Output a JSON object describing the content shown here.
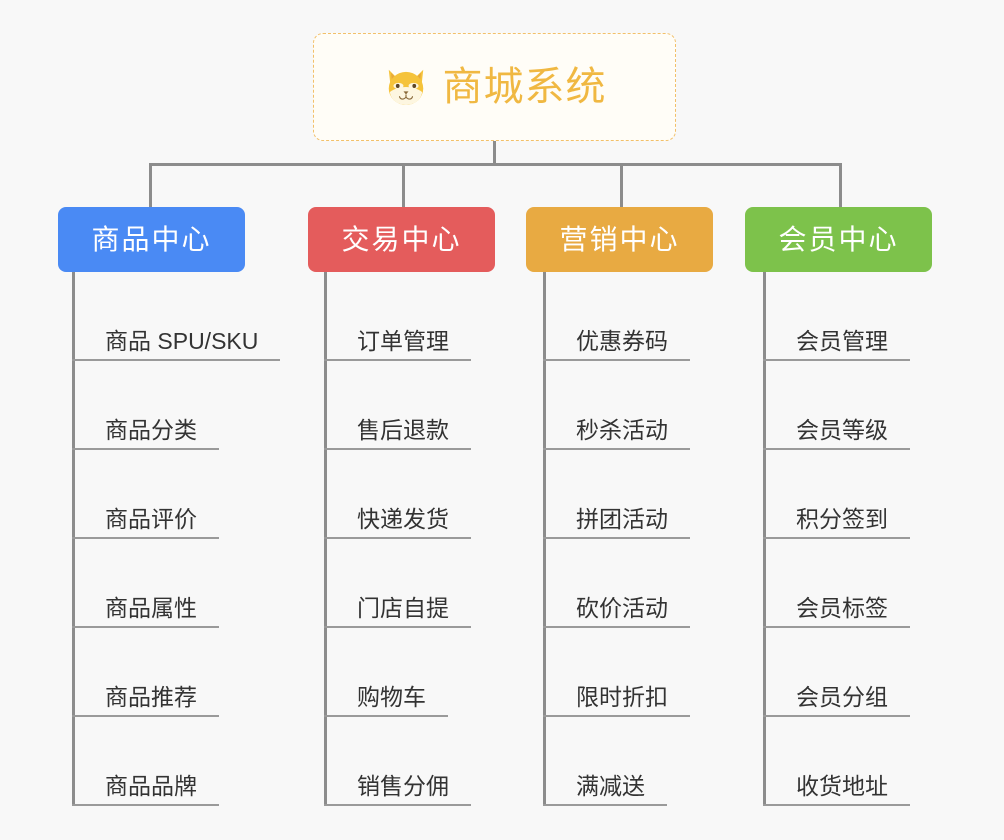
{
  "background": "#f8f8f8",
  "root": {
    "title": "商城系统",
    "icon": "shiba-dog-face-icon",
    "border_color": "#f2c06a",
    "text_color": "#f0b842",
    "fill": "#fffdf7"
  },
  "connector": {
    "color": "#8c8c8c"
  },
  "branches": [
    {
      "label": "商品中心",
      "color": "#4a8af4",
      "text_color": "#ffffff",
      "items": [
        "商品 SPU/SKU",
        "商品分类",
        "商品评价",
        "商品属性",
        "商品推荐",
        "商品品牌"
      ]
    },
    {
      "label": "交易中心",
      "color": "#e45c5c",
      "text_color": "#ffffff",
      "items": [
        "订单管理",
        "售后退款",
        "快递发货",
        "门店自提",
        "购物车",
        "销售分佣"
      ]
    },
    {
      "label": "营销中心",
      "color": "#e8aa42",
      "text_color": "#ffffff",
      "items": [
        "优惠券码",
        "秒杀活动",
        "拼团活动",
        "砍价活动",
        "限时折扣",
        "满减送"
      ]
    },
    {
      "label": "会员中心",
      "color": "#7dc24b",
      "text_color": "#ffffff",
      "items": [
        "会员管理",
        "会员等级",
        "积分签到",
        "会员标签",
        "会员分组",
        "收货地址"
      ]
    }
  ]
}
